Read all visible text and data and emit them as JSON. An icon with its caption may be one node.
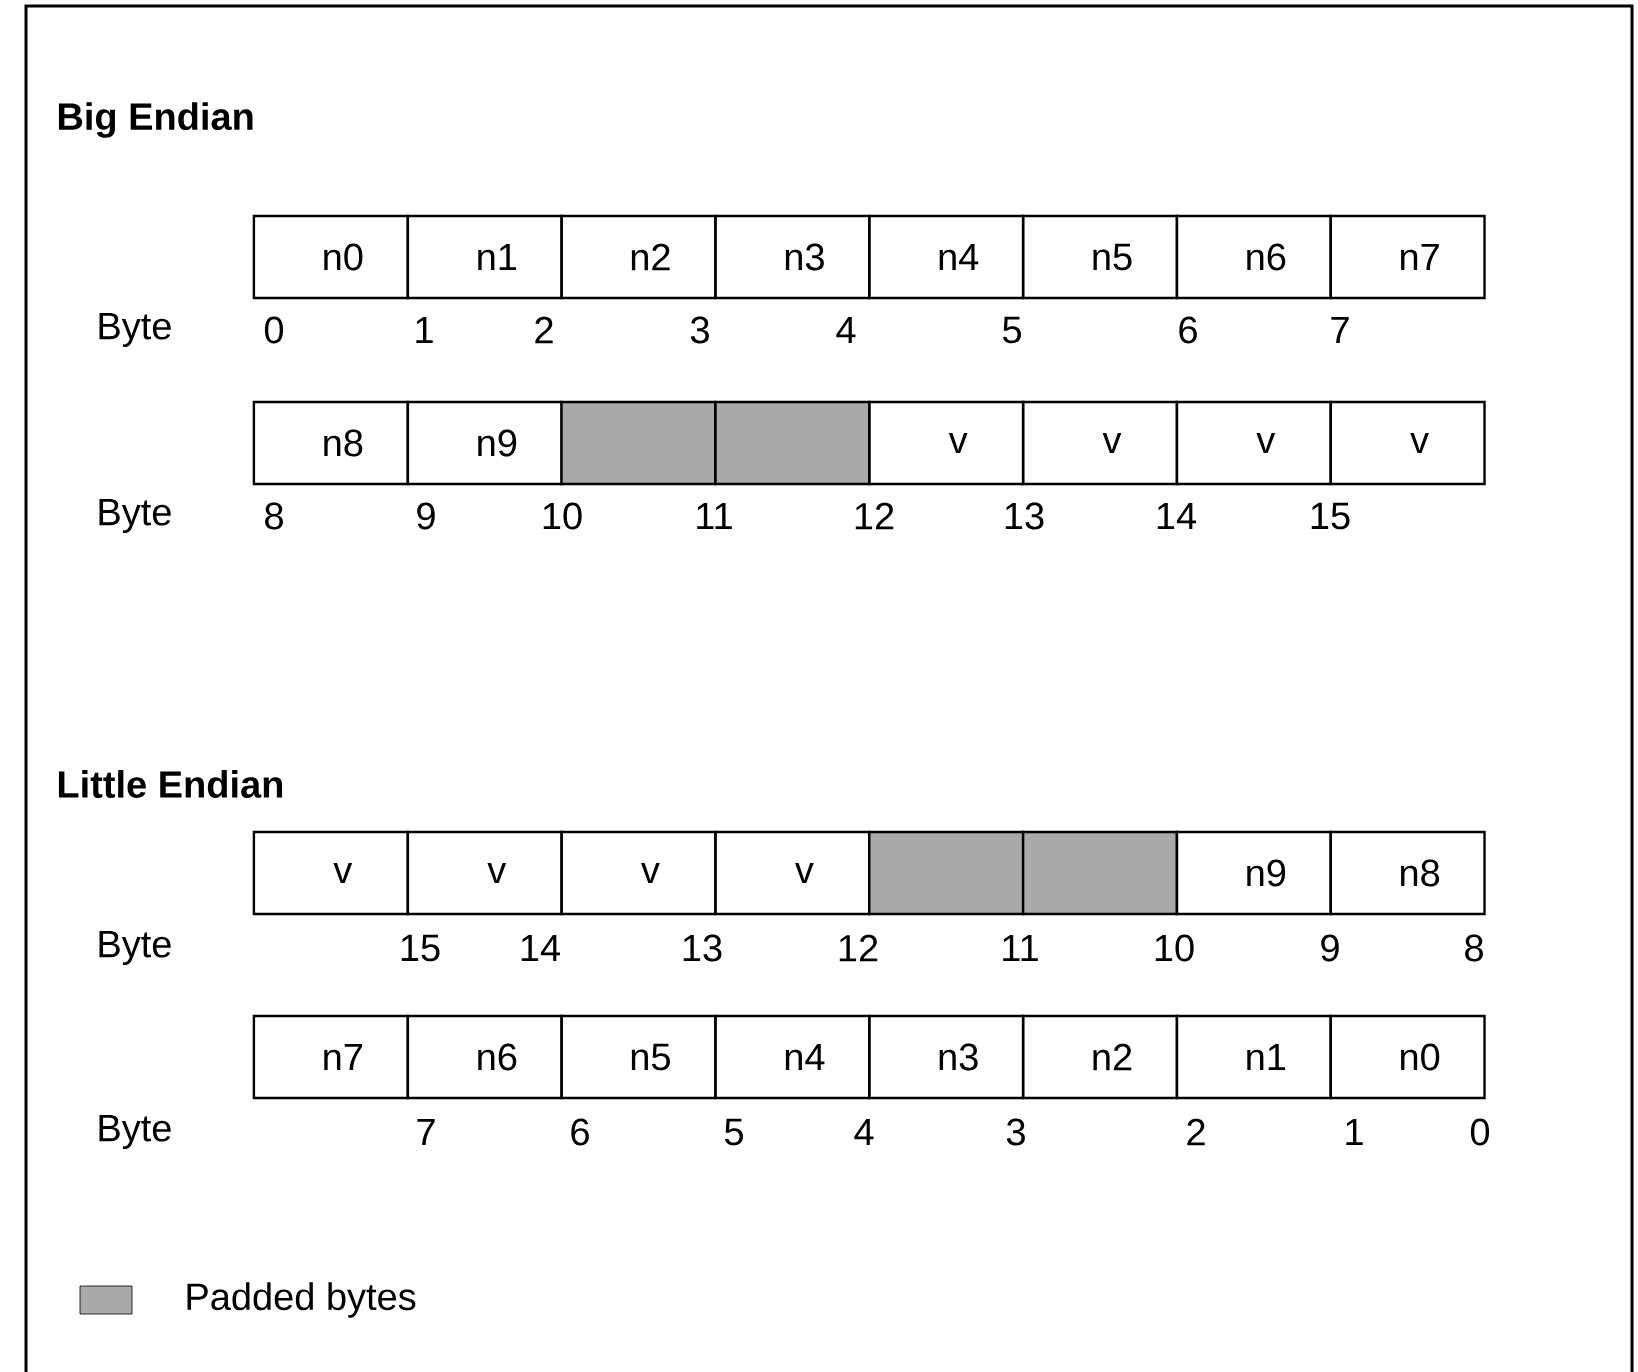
{
  "diagram": {
    "nodes": [
      {
        "text": [
          "n0"
        ]
      },
      {
        "text": [
          "n1"
        ]
      },
      {
        "text": [
          "n2"
        ]
      },
      {
        "text": [
          "n3"
        ]
      },
      {
        "text": [
          "n4"
        ]
      },
      {
        "text": [
          "n5"
        ]
      },
      {
        "text": [
          "n6"
        ]
      },
      {
        "text": [
          "n7"
        ]
      },
      {
        "text": [
          "n8"
        ]
      },
      {
        "text": [
          "n9"
        ]
      },
      {
        "text": [],
        "shape": "box"
      },
      {
        "text": [],
        "shape": "box"
      },
      {
        "text": [
          "v"
        ]
      },
      {
        "text": [
          "v"
        ]
      },
      {
        "text": [
          "v"
        ]
      },
      {
        "text": [
          "v"
        ]
      },
      {
        "text": [
          "v"
        ]
      },
      {
        "text": [
          "v"
        ]
      },
      {
        "text": [
          "v"
        ]
      },
      {
        "text": [
          "v"
        ]
      },
      {
        "text": [],
        "shape": "box"
      },
      {
        "text": [],
        "shape": "box"
      },
      {
        "text": [
          "n9"
        ]
      },
      {
        "text": [
          "n8"
        ]
      },
      {
        "text": [
          "n7"
        ]
      },
      {
        "text": [
          "n6"
        ]
      },
      {
        "text": [
          "n5"
        ]
      },
      {
        "text": [
          "n4"
        ]
      },
      {
        "text": [
          "n3"
        ]
      },
      {
        "text": [
          "n2"
        ]
      },
      {
        "text": [
          "n1"
        ]
      },
      {
        "text": [
          "n0"
        ]
      }
    ],
    "labels": [
      "Big Endian",
      "Byte",
      "0",
      "1",
      "2",
      "3",
      "4",
      "5",
      "6",
      "7",
      "Byte",
      "8",
      "9",
      "10",
      "11",
      "12",
      "13",
      "14",
      "15",
      "Little Endian",
      "Byte",
      "15",
      "14",
      "13",
      "12",
      "11",
      "10",
      "9",
      "8",
      "Byte",
      "7",
      "6",
      "5",
      "4",
      "3",
      "2",
      "1",
      "0"
    ],
    "legend": [
      {
        "text": "Padded bytes",
        "color": "#a9a9a9"
      }
    ]
  }
}
